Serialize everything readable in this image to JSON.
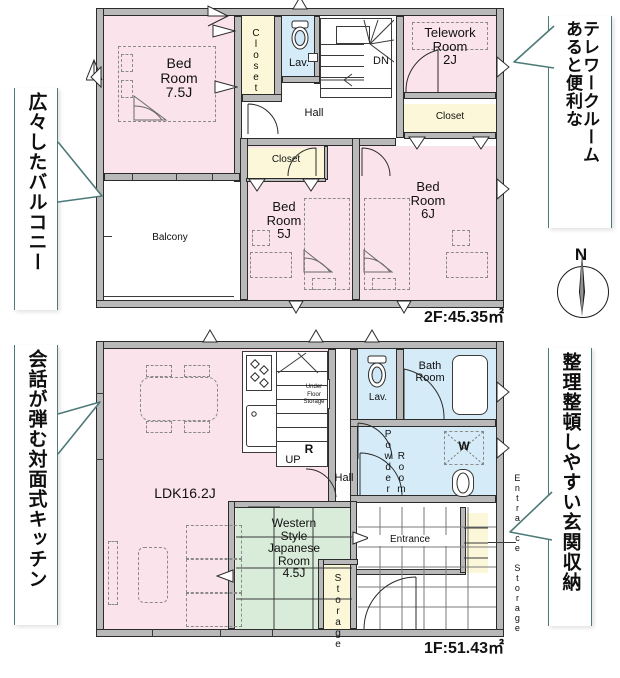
{
  "floorplan": {
    "floor2": {
      "area_label": "2F:45.35㎡",
      "rooms": [
        {
          "name": "Bed Room 7.5J",
          "lines": [
            "Bed",
            "Room",
            "7.5J"
          ],
          "type": "bedroom",
          "color": "#fbe3ec"
        },
        {
          "name": "Balcony",
          "lines": [
            "Balcony"
          ],
          "type": "balcony",
          "color": "#ffffff"
        },
        {
          "name": "Closet",
          "lines": [
            "Closet"
          ],
          "type": "closet",
          "color": "#fbf7d8"
        },
        {
          "name": "Lav.",
          "lines": [
            "Lav."
          ],
          "type": "lavatory",
          "color": "#d5ebf8"
        },
        {
          "name": "Hall",
          "lines": [
            "Hall"
          ],
          "type": "hall",
          "color": "#ffffff"
        },
        {
          "name": "DN",
          "lines": [
            "DN"
          ],
          "type": "stairs-down",
          "color": "#ffffff"
        },
        {
          "name": "Telework Room 2J",
          "lines": [
            "Telework",
            "Room",
            "2J"
          ],
          "type": "telework",
          "color": "#fbe3ec"
        },
        {
          "name": "Closet",
          "lines": [
            "Closet"
          ],
          "type": "closet",
          "color": "#fbf7d8"
        },
        {
          "name": "Closet",
          "lines": [
            "Closet"
          ],
          "type": "closet",
          "color": "#fbf7d8"
        },
        {
          "name": "Bed Room 5J",
          "lines": [
            "Bed",
            "Room",
            "5J"
          ],
          "type": "bedroom",
          "color": "#fbe3ec"
        },
        {
          "name": "Bed Room 6J",
          "lines": [
            "Bed",
            "Room",
            "6J"
          ],
          "type": "bedroom",
          "color": "#fbe3ec"
        }
      ]
    },
    "floor1": {
      "area_label": "1F:51.43㎡",
      "rooms": [
        {
          "name": "LDK16.2J",
          "lines": [
            "LDK16.2J"
          ],
          "type": "ldk",
          "color": "#fbe3ec"
        },
        {
          "name": "Under Floor Storage",
          "lines": [
            "Under",
            "Floor",
            "Storage"
          ],
          "type": "storage",
          "color": "#fbe3ec"
        },
        {
          "name": "R",
          "lines": [
            "R"
          ],
          "type": "refrigerator",
          "color": "#fbe3ec"
        },
        {
          "name": "UP",
          "lines": [
            "UP"
          ],
          "type": "stairs-up",
          "color": "#ffffff"
        },
        {
          "name": "Hall",
          "lines": [
            "Hall"
          ],
          "type": "hall",
          "color": "#ffffff"
        },
        {
          "name": "Lav.",
          "lines": [
            "Lav."
          ],
          "type": "lavatory",
          "color": "#d5ebf8"
        },
        {
          "name": "Bath Room",
          "lines": [
            "Bath",
            "Room"
          ],
          "type": "bathroom",
          "color": "#d5ebf8"
        },
        {
          "name": "Powder Room",
          "lines": [
            "Powder",
            "Room"
          ],
          "type": "powder",
          "color": "#d5ebf8"
        },
        {
          "name": "W",
          "lines": [
            "W"
          ],
          "type": "washer",
          "color": "#d5ebf8"
        },
        {
          "name": "Western Style Japanese Room 4.5J",
          "lines": [
            "Western",
            "Style",
            "Japanese",
            "Room",
            "4.5J"
          ],
          "type": "japanese",
          "color": "#d9ecd9"
        },
        {
          "name": "Entrance",
          "lines": [
            "Entrance"
          ],
          "type": "entrance",
          "color": "#ffffff"
        },
        {
          "name": "Entrance Storage",
          "lines": [
            "Entrance Storage"
          ],
          "type": "entrance-storage",
          "color": "#fbf7d8"
        },
        {
          "name": "Storage",
          "lines": [
            "Storage"
          ],
          "type": "storage",
          "color": "#fbf7d8"
        }
      ]
    },
    "labels": {
      "bed_7_5_l1": "Bed",
      "bed_7_5_l2": "Room",
      "bed_7_5_l3": "7.5J",
      "balcony": "Balcony",
      "closet_a": "Closet",
      "closet_b": "Closet",
      "closet_c": "Closet",
      "lav_2f": "Lav.",
      "hall_2f": "Hall",
      "dn": "DN",
      "telework_l1": "Telework",
      "telework_l2": "Room",
      "telework_l3": "2J",
      "bed_5_l1": "Bed",
      "bed_5_l2": "Room",
      "bed_5_l3": "5J",
      "bed_6_l1": "Bed",
      "bed_6_l2": "Room",
      "bed_6_l3": "6J",
      "area_2f": "2F:45.35㎡",
      "ldk": "LDK16.2J",
      "ufs_l1": "Under",
      "ufs_l2": "Floor",
      "ufs_l3": "Storage",
      "fridge": "R",
      "up": "UP",
      "hall_1f": "Hall",
      "lav_1f": "Lav.",
      "bath_l1": "Bath",
      "bath_l2": "Room",
      "powder_l1": "Powder",
      "powder_l2": "Room",
      "washer": "W",
      "wjr_l1": "Western",
      "wjr_l2": "Style",
      "wjr_l3": "Japanese",
      "wjr_l4": "Room",
      "wjr_l5": "4.5J",
      "entrance": "Entrance",
      "entrance_storage": "Entrance Storage",
      "storage": "Storage",
      "area_1f": "1F:51.43㎡"
    }
  },
  "annotations": {
    "balcony_note": {
      "text": "広々したバルコニー",
      "position": "top-left"
    },
    "telework_note": {
      "col_left": "テレワークルーム",
      "col_right": "あると便利な",
      "position": "top-right"
    },
    "kitchen_note": {
      "text": "会話が弾む対面式キッチン",
      "position": "bottom-left"
    },
    "entrance_note": {
      "text": "整理整頓しやすい玄関収納",
      "position": "bottom-right"
    }
  },
  "compass": {
    "north_label": "N"
  },
  "colors": {
    "room_pink": "#fbe3ec",
    "water_blue": "#d5ebf8",
    "closet_yellow": "#fbf7d8",
    "tatami_green": "#d9ecd9",
    "wall_gray": "#b9b9b9",
    "outline": "#2b2b2b",
    "callout_border": "#4d7a78"
  }
}
